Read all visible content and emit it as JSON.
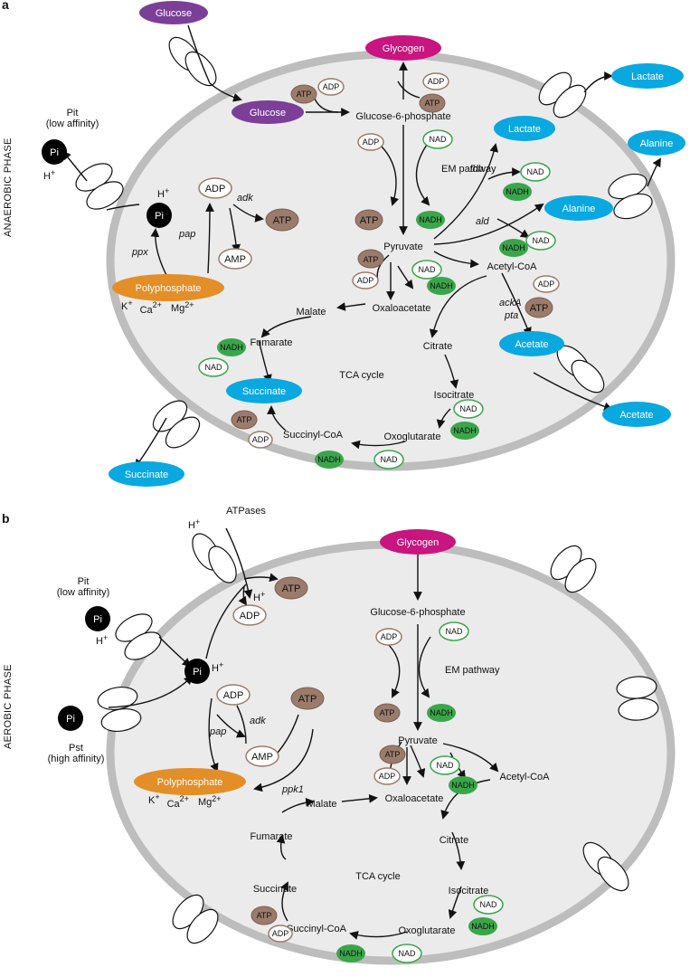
{
  "panel_a": {
    "letter": "a",
    "phase": "ANAEROBIC PHASE",
    "glucose_out": "Glucose",
    "glucose_in": "Glucose",
    "glycogen": "Glycogen",
    "g6p": "Glucose-6-phosphate",
    "em_pathway": "EM pathway",
    "pyruvate": "Pyruvate",
    "acetyl_coa": "Acetyl-CoA",
    "oxaloacetate": "Oxaloacetate",
    "malate": "Malate",
    "citrate": "Citrate",
    "fumarate": "Fumarate",
    "succinate_in": "Succinate",
    "succinate_out": "Succinate",
    "isocitrate": "Isocitrate",
    "oxoglutarate": "Oxoglutarate",
    "succinyl_coa": "Succinyl-CoA",
    "tca": "TCA cycle",
    "lactate_in": "Lactate",
    "lactate_out": "Lactate",
    "alanine_in": "Alanine",
    "alanine_out": "Alanine",
    "acetate_in": "Acetate",
    "acetate_out": "Acetate",
    "ldh": "ldh",
    "ald": "ald",
    "acka": "ackA",
    "pta": "pta",
    "adk": "adk",
    "pap": "pap",
    "ppx": "ppx",
    "polyphosphate": "Polyphosphate",
    "k": "K",
    "ca": "Ca",
    "mg": "Mg",
    "pi": "Pi",
    "pit": "Pit",
    "pit_affinity": "(low affinity)",
    "h": "H",
    "atp": "ATP",
    "adp": "ADP",
    "amp": "AMP",
    "nad": "NAD",
    "nadh": "NADH"
  },
  "panel_b": {
    "letter": "b",
    "phase": "AEROBIC PHASE",
    "atpases": "ATPases",
    "glycogen": "Glycogen",
    "g6p": "Glucose-6-phosphate",
    "em_pathway": "EM pathway",
    "pyruvate": "Pyruvate",
    "acetyl_coa": "Acetyl-CoA",
    "oxaloacetate": "Oxaloacetate",
    "malate": "Malate",
    "citrate": "Citrate",
    "fumarate": "Fumarate",
    "succinate": "Succinate",
    "isocitrate": "Isocitrate",
    "oxoglutarate": "Oxoglutarate",
    "succinyl_coa": "Succinyl-CoA",
    "tca": "TCA cycle",
    "polyphosphate": "Polyphosphate",
    "pap": "pap",
    "adk": "adk",
    "ppk1": "ppk1",
    "k": "K",
    "ca": "Ca",
    "mg": "Mg",
    "pi": "Pi",
    "pit": "Pit",
    "pit_affinity": "(low affinity)",
    "pst": "Pst",
    "pst_affinity": "(high affinity)",
    "h": "H",
    "atp": "ATP",
    "adp": "ADP",
    "amp": "AMP",
    "nad": "NAD",
    "nadh": "NADH"
  },
  "colors": {
    "cell_fill": "#ebebeb",
    "cell_border": "#bdbdbd",
    "glucose": "#7b3f98",
    "glycogen": "#c8157f",
    "product": "#0aa8e0",
    "polyphosphate": "#e38e27",
    "atp": "#9b7b6b",
    "nadh": "#3aa64a",
    "nad_ring": "#3aa64a",
    "adp_ring": "#9b7b6b",
    "pi": "#000000"
  }
}
